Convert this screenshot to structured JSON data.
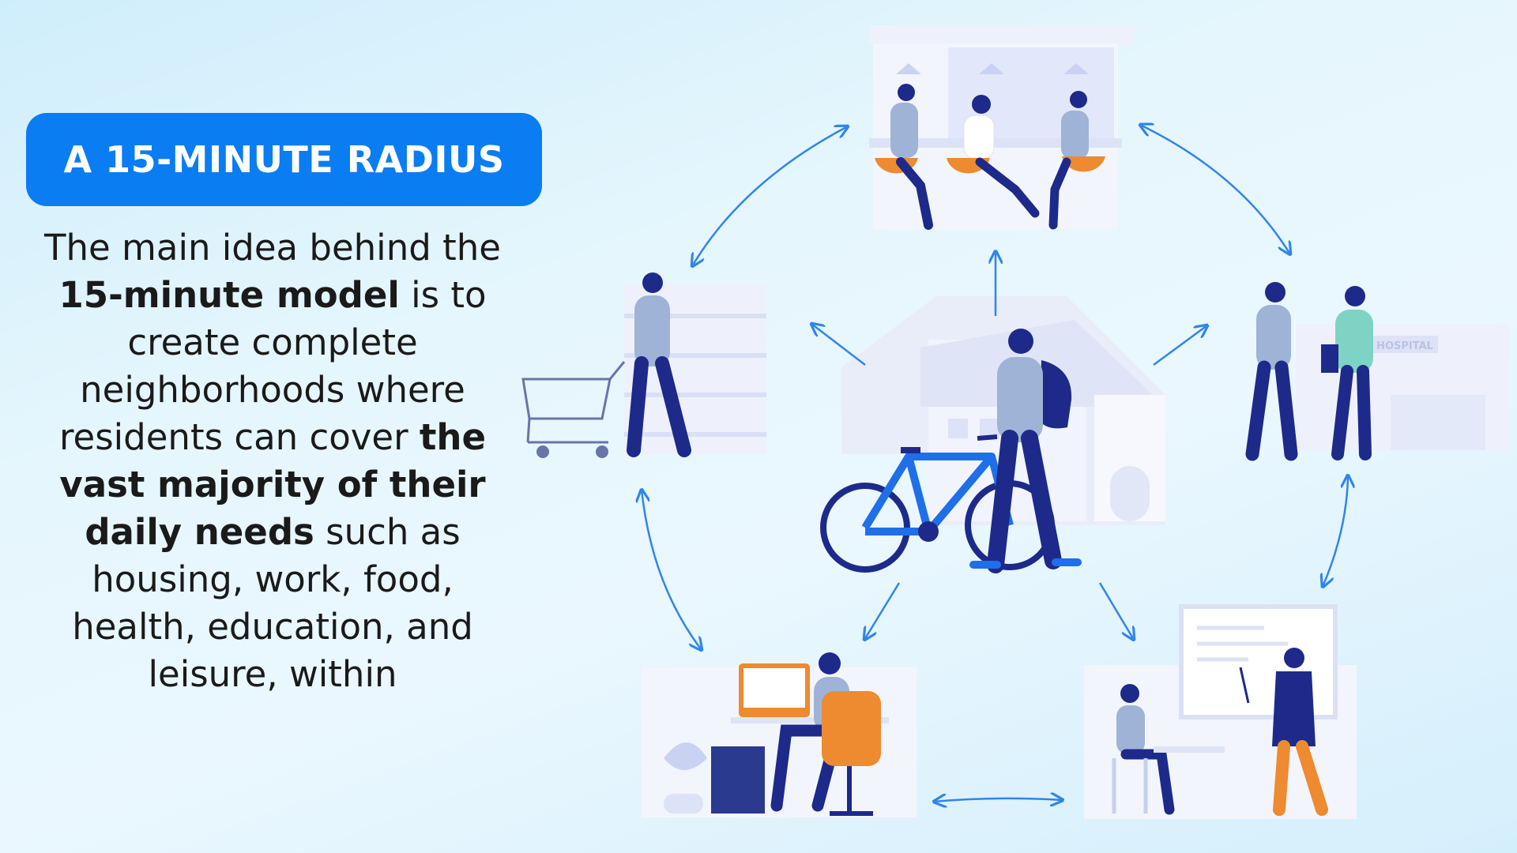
{
  "title": "A 15-MINUTE RADIUS",
  "description": {
    "part1": "The main idea behind the ",
    "bold1": "15-minute model",
    "part2": " is to create complete neighborhoods where residents can cover ",
    "bold2": "the vast majority of their daily needs",
    "part3": " such as housing, work, food, health, education, and leisure, within"
  },
  "hospital_sign": "HOSPITAL",
  "colors": {
    "accent": "#0a7df3",
    "arrow": "#2f86e8",
    "navy": "#1d2a8a",
    "shirt": "#9fb3d6",
    "orange": "#ee8a2f"
  },
  "icons": {
    "center": "person-with-bicycle-home",
    "top": "cafe-people-icon",
    "left": "grocery-shopping-icon",
    "right": "hospital-doctor-icon",
    "bottom_left": "office-work-icon",
    "bottom_right": "classroom-education-icon"
  }
}
